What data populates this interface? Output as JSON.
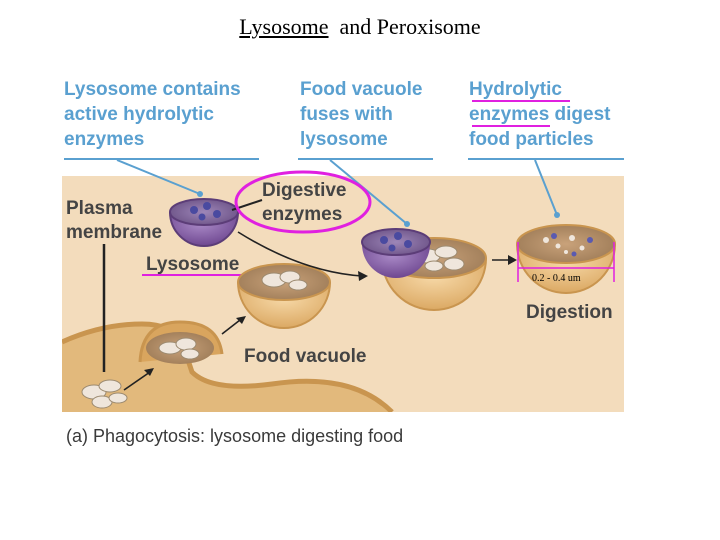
{
  "title": {
    "part1": "Lysosome",
    "part2": "and Peroxisome"
  },
  "figure": {
    "callouts": [
      [
        "Lysosome contains",
        "active hydrolytic",
        "enzymes"
      ],
      [
        "Food vacuole",
        "fuses with",
        "lysosome"
      ],
      [
        "Hydrolytic",
        "enzymes digest",
        "food particles"
      ]
    ],
    "labels": {
      "plasma_membrane": [
        "Plasma",
        "membrane"
      ],
      "digestive_enzymes": [
        "Digestive",
        "enzymes"
      ],
      "lysosome": "Lysosome",
      "food_vacuole": "Food vacuole",
      "digestion": "Digestion",
      "size": "0.2 - 0.4 um"
    },
    "colors": {
      "callout_text": "#5aa0d0",
      "label_text": "#444444",
      "highlight": "#e020e0",
      "background": "#f3d9b8",
      "cell": "#e0b878",
      "lysosome": "#8a5ea8"
    }
  },
  "caption": "(a) Phagocytosis: lysosome digesting food"
}
